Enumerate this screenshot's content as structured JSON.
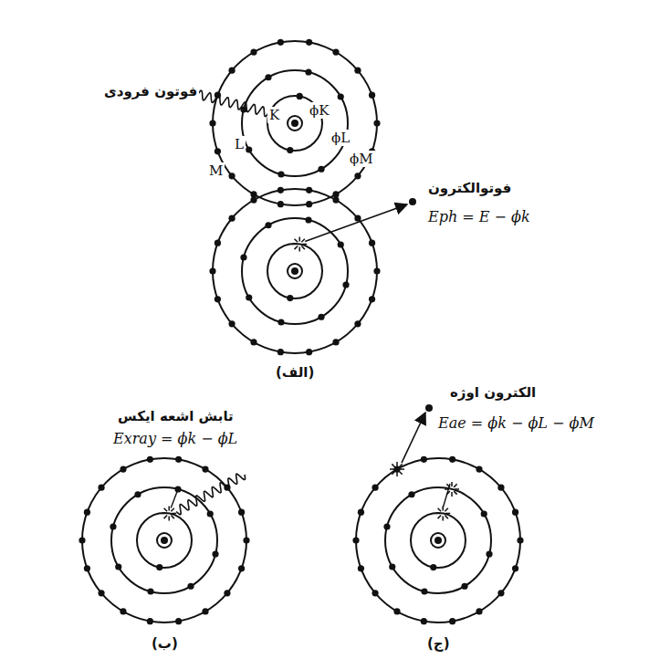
{
  "diagram": {
    "labels": [
      "فوتون فرودی",
      "K",
      "L",
      "M",
      "ϕK",
      "ϕL",
      "ϕM",
      "فوتوالکترون",
      "Eph = E − ϕk",
      "(الف)",
      "تابش اشعه ایکس",
      "Exray = ϕk − ϕL",
      "(ب)",
      "الکترون اوژه",
      "Eae = ϕk − ϕL − ϕM",
      "(ج)"
    ]
  }
}
